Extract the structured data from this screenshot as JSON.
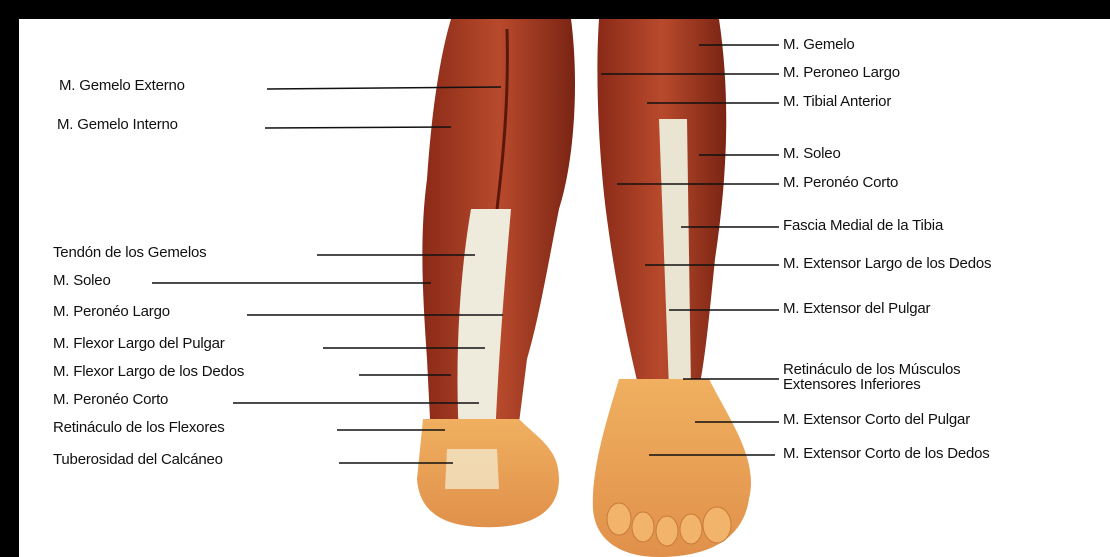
{
  "labels_left": [
    "M. Gemelo Externo",
    "M. Gemelo Interno",
    "Tendón de los Gemelos",
    "M. Soleo",
    "M. Peronéo Largo",
    "M. Flexor Largo del Pulgar",
    "M. Flexor Largo de los Dedos",
    "M. Peronéo Corto",
    "Retináculo de los Flexores",
    "Tuberosidad del Calcáneo"
  ],
  "labels_right": [
    "M. Gemelo",
    "M. Peroneo Largo",
    "M. Tibial Anterior",
    "M. Soleo",
    "M. Peronéo Corto",
    "Fascia Medial de la Tibia",
    "M. Extensor Largo de los Dedos",
    "M. Extensor del Pulgar",
    "Retináculo de los Músculos",
    "Extensores Inferiores",
    "M. Extensor Corto del Pulgar",
    "M. Extensor Corto de los Dedos"
  ]
}
